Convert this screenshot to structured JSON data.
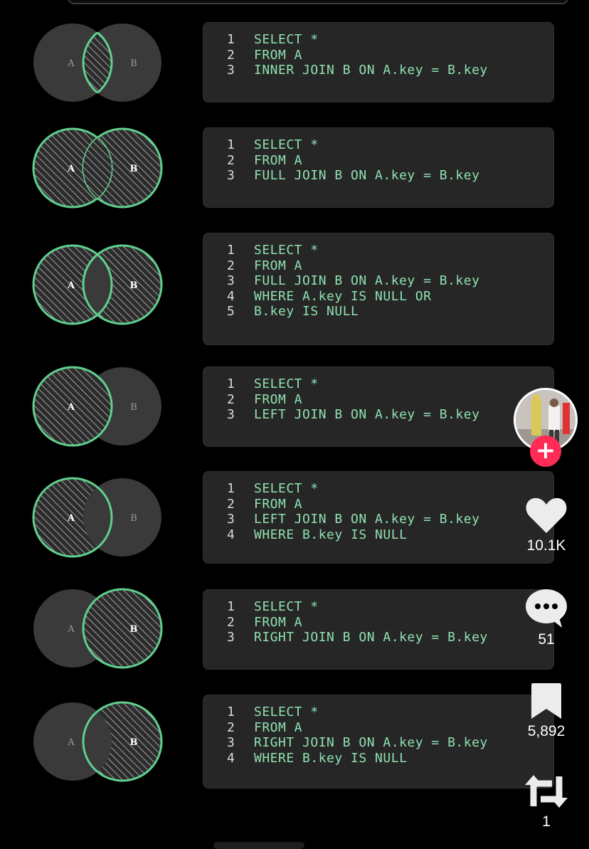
{
  "venn_labels": {
    "a": "A",
    "b": "B"
  },
  "colors": {
    "accent": "#5fd08f",
    "circle": "#3a3a3a",
    "code_bg": "#262626",
    "like": "#ff2c55"
  },
  "joins": [
    {
      "shade": "inner",
      "lines": [
        {
          "n": "1",
          "t": "SELECT *"
        },
        {
          "n": "2",
          "t": "FROM A"
        },
        {
          "n": "3",
          "t": "INNER JOIN B ON A.key = B.key"
        }
      ]
    },
    {
      "shade": "full",
      "lines": [
        {
          "n": "1",
          "t": "SELECT *"
        },
        {
          "n": "2",
          "t": "FROM A"
        },
        {
          "n": "3",
          "t": "FULL JOIN B ON A.key = B.key"
        }
      ]
    },
    {
      "shade": "full-excl",
      "lines": [
        {
          "n": "1",
          "t": "SELECT *"
        },
        {
          "n": "2",
          "t": "FROM A"
        },
        {
          "n": "3",
          "t": "FULL JOIN B ON A.key = B.key"
        },
        {
          "n": "4",
          "t": "WHERE A.key IS NULL OR"
        },
        {
          "n": "5",
          "t": "B.key IS NULL"
        }
      ]
    },
    {
      "shade": "left",
      "lines": [
        {
          "n": "1",
          "t": "SELECT *"
        },
        {
          "n": "2",
          "t": "FROM A"
        },
        {
          "n": "3",
          "t": "LEFT JOIN B ON A.key = B.key"
        }
      ]
    },
    {
      "shade": "left-excl",
      "lines": [
        {
          "n": "1",
          "t": "SELECT *"
        },
        {
          "n": "2",
          "t": "FROM A"
        },
        {
          "n": "3",
          "t": "LEFT JOIN B ON A.key = B.key"
        },
        {
          "n": "4",
          "t": "WHERE B.key IS NULL"
        }
      ]
    },
    {
      "shade": "right",
      "lines": [
        {
          "n": "1",
          "t": "SELECT *"
        },
        {
          "n": "2",
          "t": "FROM A"
        },
        {
          "n": "3",
          "t": "RIGHT JOIN B ON A.key = B.key"
        }
      ]
    },
    {
      "shade": "right-excl",
      "lines": [
        {
          "n": "1",
          "t": "SELECT *"
        },
        {
          "n": "2",
          "t": "FROM A"
        },
        {
          "n": "3",
          "t": "RIGHT JOIN B ON A.key = B.key"
        },
        {
          "n": "4",
          "t": "WHERE B.key IS NULL"
        }
      ]
    }
  ],
  "rail": {
    "likes": "10.1K",
    "comments": "51",
    "saves": "5,892",
    "shares": "1",
    "follow_label": "+",
    "icons": {
      "like": "heart-icon",
      "comment": "comment-bubble-icon",
      "save": "bookmark-icon",
      "share": "repost-icon"
    }
  }
}
